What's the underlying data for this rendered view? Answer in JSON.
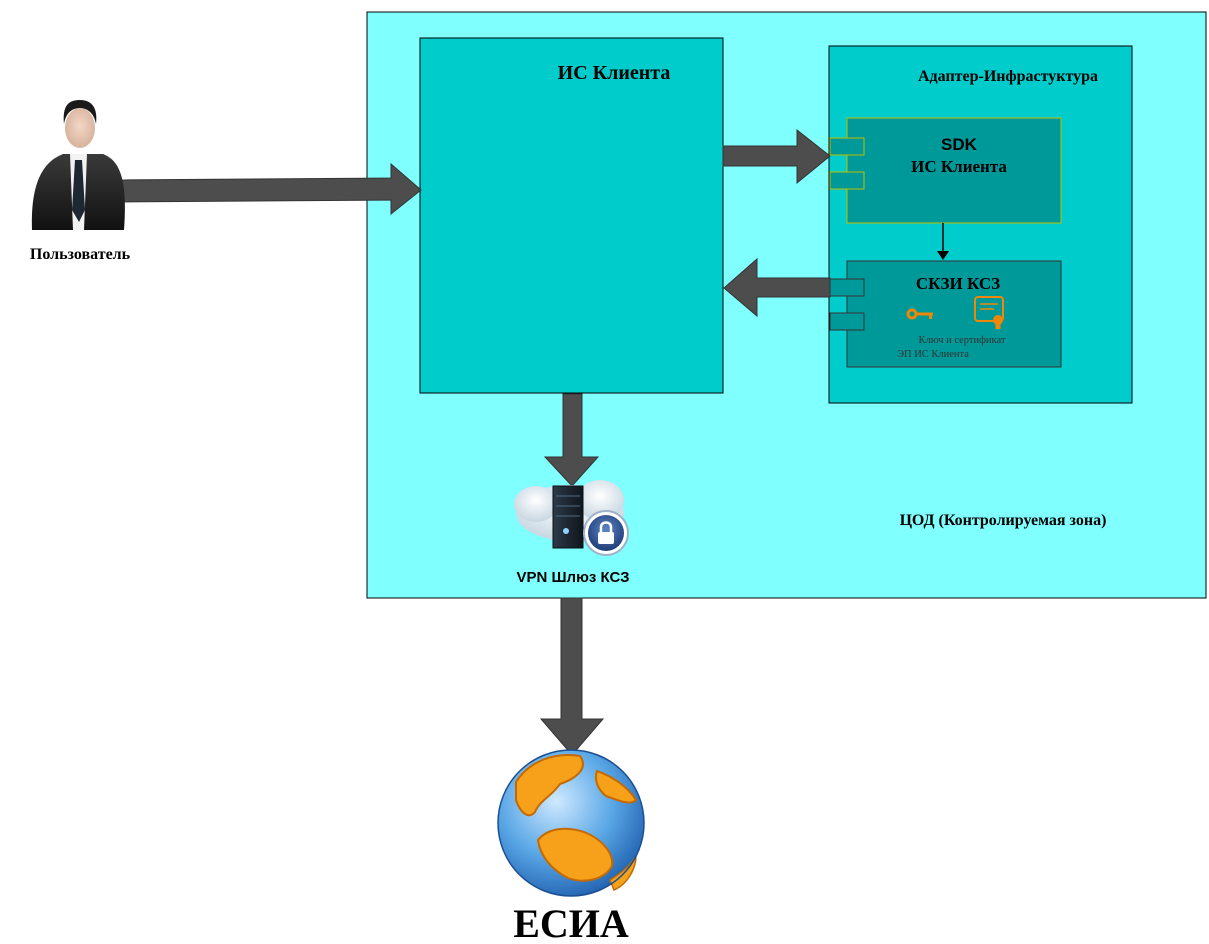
{
  "labels": {
    "user": "Пользователь",
    "client_is": "ИС Клиента",
    "adapter": "Адаптер-Инфрастуктура",
    "sdk_line1": "SDK",
    "sdk_line2": "ИС Клиента",
    "skzi": "СКЗИ КСЗ",
    "key_cert_line1": "Ключ и сертификат",
    "key_cert_line2": "ЭП ИС Клиента",
    "vpn": "VPN Шлюз КСЗ",
    "zone": "ЦОД (Контролируемая зона)",
    "esia": "ЕСИА"
  },
  "icons": {
    "user": "businessman-icon",
    "vpn": "server-cloud-lock-icon",
    "esia": "globe-icon",
    "key": "key-icon",
    "cert": "certificate-icon"
  },
  "colors": {
    "zone_fill": "#80ffff",
    "box_fill": "#00cccc",
    "module_fill": "#009999",
    "arrow_fill": "#4d4d4d",
    "arrow_stroke": "#333333",
    "line": "#000000",
    "port_border": "#bfbf00",
    "key_orange": "#f08705"
  }
}
